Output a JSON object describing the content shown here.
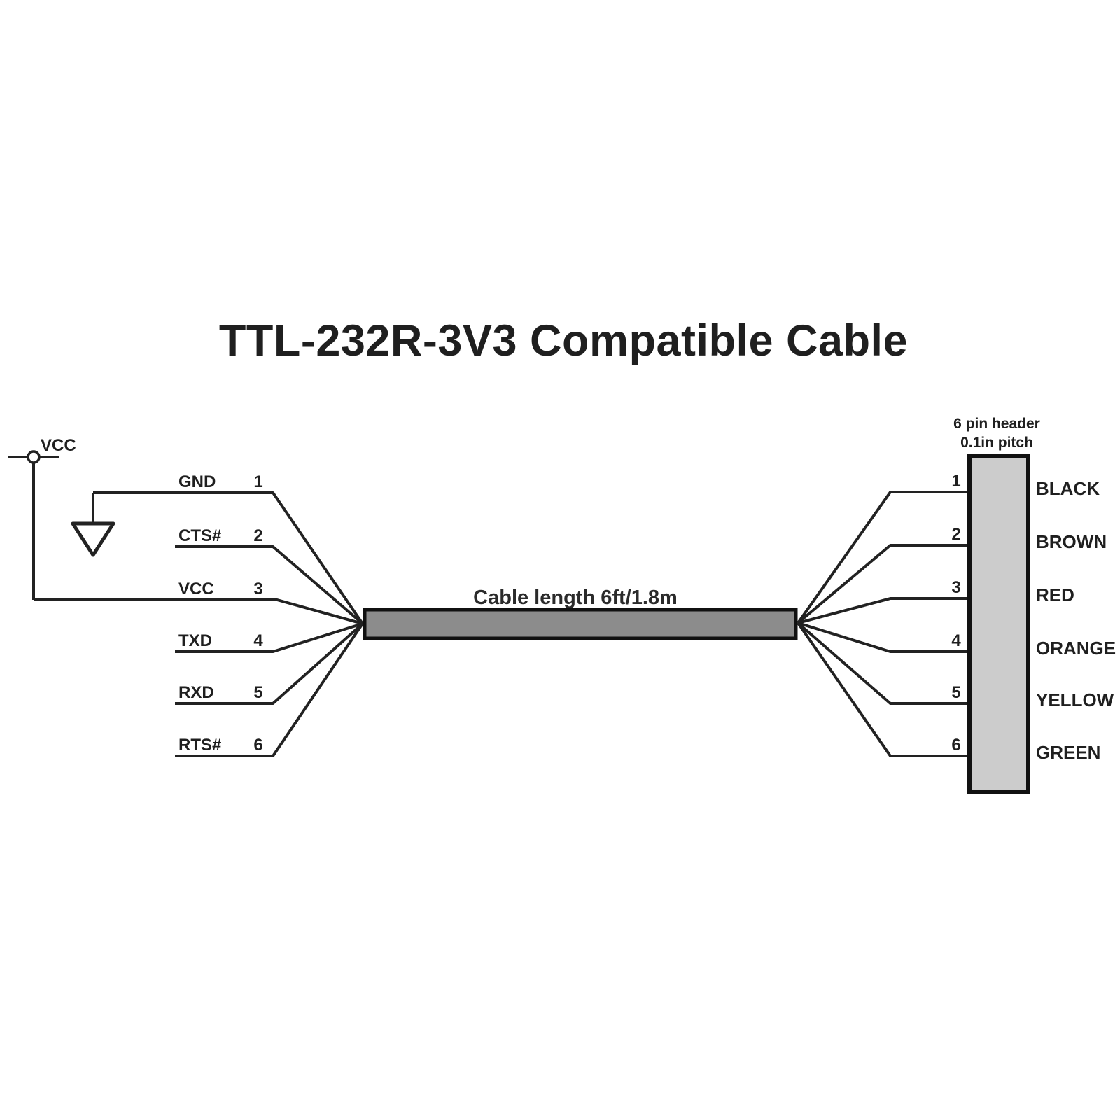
{
  "title": "TTL-232R-3V3 Compatible Cable",
  "cable": {
    "label": "Cable length 6ft/1.8m",
    "body_color": "#8c8c8c"
  },
  "power": {
    "vcc_label": "VCC"
  },
  "left_connector": {
    "pins": [
      {
        "label": "GND",
        "number": "1"
      },
      {
        "label": "CTS#",
        "number": "2"
      },
      {
        "label": "VCC",
        "number": "3"
      },
      {
        "label": "TXD",
        "number": "4"
      },
      {
        "label": "RXD",
        "number": "5"
      },
      {
        "label": "RTS#",
        "number": "6"
      }
    ]
  },
  "header": {
    "caption_line1": "6 pin header",
    "caption_line2": "0.1in pitch",
    "body_color": "#cccccc",
    "pins": [
      {
        "number": "1",
        "wire_color_name": "BLACK",
        "wire_color_hex": "#1c1c1c"
      },
      {
        "number": "2",
        "wire_color_name": "BROWN",
        "wire_color_hex": "#8b4a16"
      },
      {
        "number": "3",
        "wire_color_name": "RED",
        "wire_color_hex": "#c8203a"
      },
      {
        "number": "4",
        "wire_color_name": "ORANGE",
        "wire_color_hex": "#e5a41e"
      },
      {
        "number": "5",
        "wire_color_name": "YELLOW",
        "wire_color_hex": "#e8dc3a"
      },
      {
        "number": "6",
        "wire_color_name": "GREEN",
        "wire_color_hex": "#3ec463"
      }
    ]
  }
}
